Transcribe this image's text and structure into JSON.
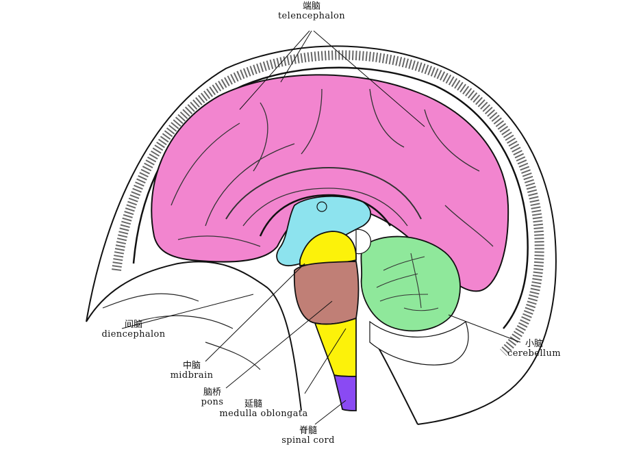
{
  "labels": {
    "telencephalon": {
      "zh": "端脑",
      "en": "telencephalon"
    },
    "diencephalon": {
      "zh": "间脑",
      "en": "diencephalon"
    },
    "midbrain": {
      "zh": "中脑",
      "en": "midbrain"
    },
    "pons": {
      "zh": "脑桥",
      "en": "pons"
    },
    "medulla": {
      "zh": "延髓",
      "en": "medulla oblongata"
    },
    "spinal_cord": {
      "zh": "脊髓",
      "en": "spinal cord"
    },
    "cerebellum": {
      "zh": "小脑",
      "en": "cerebellum"
    }
  },
  "colors": {
    "telencephalon": "#f285cf",
    "diencephalon": "#8de3ee",
    "midbrain": "#fcf20a",
    "pons": "#c07f76",
    "medulla": "#fcf20a",
    "spinal_cord": "#8a4af3",
    "cerebellum": "#8fe89b"
  }
}
